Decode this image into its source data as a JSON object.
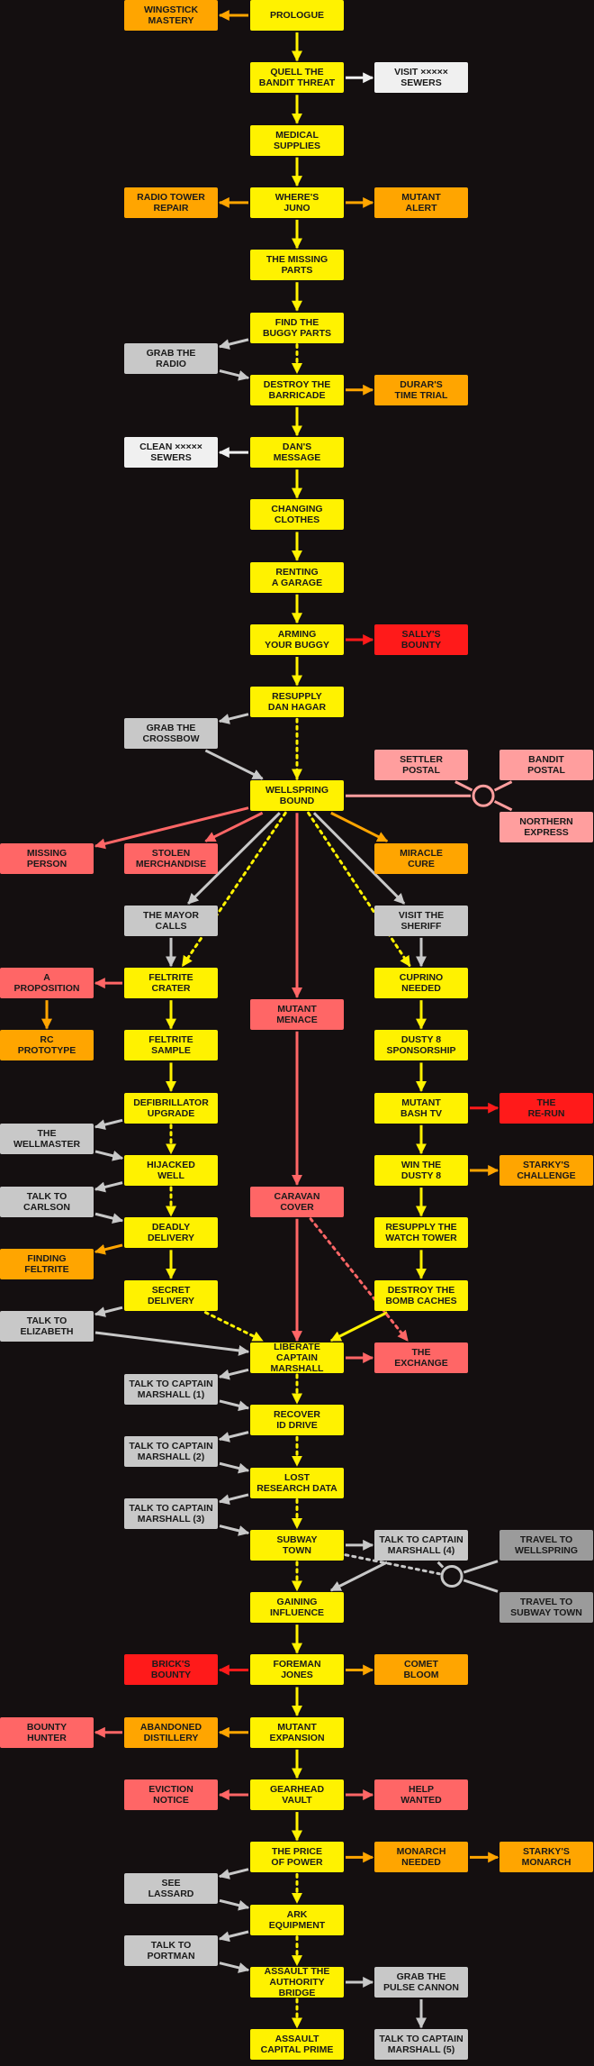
{
  "colors": {
    "background": "#140f10",
    "main_quest": "#fff200",
    "side_quest": "#ffa500",
    "bounty_red": "#ff1a1a",
    "wellspring_quest": "#ff6666",
    "postal": "#ff9e9e",
    "optional_grey": "#c8c8c8",
    "travel_grey": "#9b9b9b",
    "sewers_white": "#f0f0f0",
    "link_yellow": "#fff200",
    "link_orange": "#ffa500",
    "link_red": "#ff1a1a",
    "link_salmon": "#ff6666",
    "link_pink": "#ff9e9e",
    "link_grey": "#c8c8c8"
  },
  "quests": [
    {
      "id": "prologue",
      "label": "PROLOGUE",
      "color": "yellow"
    },
    {
      "id": "wingstick",
      "label": "WINGSTICK\nMASTERY",
      "color": "orange"
    },
    {
      "id": "bandit",
      "label": "QUELL THE\nBANDIT THREAT",
      "color": "yellow"
    },
    {
      "id": "sewers1",
      "label": "VISIT ×××××\nSEWERS",
      "color": "white"
    },
    {
      "id": "medical",
      "label": "MEDICAL\nSUPPLIES",
      "color": "yellow"
    },
    {
      "id": "juno",
      "label": "WHERE'S\nJUNO",
      "color": "yellow"
    },
    {
      "id": "radio_repair",
      "label": "RADIO TOWER\nREPAIR",
      "color": "orange"
    },
    {
      "id": "mutant_alert",
      "label": "MUTANT\nALERT",
      "color": "orange"
    },
    {
      "id": "missing_parts",
      "label": "THE MISSING\nPARTS",
      "color": "yellow"
    },
    {
      "id": "buggy_parts",
      "label": "FIND THE\nBUGGY PARTS",
      "color": "yellow"
    },
    {
      "id": "grab_radio",
      "label": "GRAB THE\nRADIO",
      "color": "grey"
    },
    {
      "id": "barricade",
      "label": "DESTROY THE\nBARRICADE",
      "color": "yellow"
    },
    {
      "id": "durar",
      "label": "DURAR'S\nTIME TRIAL",
      "color": "orange"
    },
    {
      "id": "dans_msg",
      "label": "DAN'S\nMESSAGE",
      "color": "yellow"
    },
    {
      "id": "sewers2",
      "label": "CLEAN ×××××\nSEWERS",
      "color": "white"
    },
    {
      "id": "clothes",
      "label": "CHANGING\nCLOTHES",
      "color": "yellow"
    },
    {
      "id": "garage",
      "label": "RENTING\nA GARAGE",
      "color": "yellow"
    },
    {
      "id": "arming",
      "label": "ARMING\nYOUR BUGGY",
      "color": "yellow"
    },
    {
      "id": "sally",
      "label": "SALLY'S\nBOUNTY",
      "color": "red"
    },
    {
      "id": "resupply_dan",
      "label": "RESUPPLY\nDAN HAGAR",
      "color": "yellow"
    },
    {
      "id": "crossbow",
      "label": "GRAB THE\nCROSSBOW",
      "color": "grey"
    },
    {
      "id": "wellspring",
      "label": "WELLSPRING\nBOUND",
      "color": "yellow"
    },
    {
      "id": "settler",
      "label": "SETTLER\nPOSTAL",
      "color": "pink"
    },
    {
      "id": "bandit_postal",
      "label": "BANDIT\nPOSTAL",
      "color": "pink"
    },
    {
      "id": "northern",
      "label": "NORTHERN\nEXPRESS",
      "color": "pink"
    },
    {
      "id": "missing_person",
      "label": "MISSING\nPERSON",
      "color": "salmon"
    },
    {
      "id": "stolen",
      "label": "STOLEN\nMERCHANDISE",
      "color": "salmon"
    },
    {
      "id": "miracle",
      "label": "MIRACLE\nCURE",
      "color": "orange"
    },
    {
      "id": "mayor",
      "label": "THE MAYOR\nCALLS",
      "color": "grey"
    },
    {
      "id": "sheriff",
      "label": "VISIT THE\nSHERIFF",
      "color": "grey"
    },
    {
      "id": "proposition",
      "label": "A\nPROPOSITION",
      "color": "salmon"
    },
    {
      "id": "feltrite_crater",
      "label": "FELTRITE\nCRATER",
      "color": "yellow"
    },
    {
      "id": "mutant_menace",
      "label": "MUTANT\nMENACE",
      "color": "salmon"
    },
    {
      "id": "cuprino",
      "label": "CUPRINO\nNEEDED",
      "color": "yellow"
    },
    {
      "id": "rc",
      "label": "RC\nPROTOTYPE",
      "color": "orange"
    },
    {
      "id": "feltrite_sample",
      "label": "FELTRITE\nSAMPLE",
      "color": "yellow"
    },
    {
      "id": "dusty_sponsor",
      "label": "DUSTY 8\nSPONSORSHIP",
      "color": "yellow"
    },
    {
      "id": "defib",
      "label": "DEFIBRILLATOR\nUPGRADE",
      "color": "yellow"
    },
    {
      "id": "bash",
      "label": "MUTANT\nBASH TV",
      "color": "yellow"
    },
    {
      "id": "rerun",
      "label": "THE\nRE-RUN",
      "color": "red"
    },
    {
      "id": "wellmaster",
      "label": "THE\nWELLMASTER",
      "color": "grey"
    },
    {
      "id": "hijacked",
      "label": "HIJACKED\nWELL",
      "color": "yellow"
    },
    {
      "id": "win_dusty",
      "label": "WIN THE\nDUSTY 8",
      "color": "yellow"
    },
    {
      "id": "starky_chal",
      "label": "STARKY'S\nCHALLENGE",
      "color": "orange"
    },
    {
      "id": "carlson",
      "label": "TALK TO\nCARLSON",
      "color": "grey"
    },
    {
      "id": "caravan",
      "label": "CARAVAN\nCOVER",
      "color": "salmon"
    },
    {
      "id": "deadly",
      "label": "DEADLY\nDELIVERY",
      "color": "yellow"
    },
    {
      "id": "watch_tower",
      "label": "RESUPPLY THE\nWATCH TOWER",
      "color": "yellow"
    },
    {
      "id": "finding_felt",
      "label": "FINDING\nFELTRITE",
      "color": "orange"
    },
    {
      "id": "secret",
      "label": "SECRET\nDELIVERY",
      "color": "yellow"
    },
    {
      "id": "bomb",
      "label": "DESTROY THE\nBOMB CACHES",
      "color": "yellow"
    },
    {
      "id": "elizabeth",
      "label": "TALK TO\nELIZABETH",
      "color": "grey"
    },
    {
      "id": "liberate",
      "label": "LIBERATE\nCAPTAIN MARSHALL",
      "color": "yellow"
    },
    {
      "id": "exchange",
      "label": "THE\nEXCHANGE",
      "color": "salmon"
    },
    {
      "id": "tcm1",
      "label": "TALK TO CAPTAIN\nMARSHALL (1)",
      "color": "grey"
    },
    {
      "id": "recover",
      "label": "RECOVER\nID DRIVE",
      "color": "yellow"
    },
    {
      "id": "tcm2",
      "label": "TALK TO CAPTAIN\nMARSHALL (2)",
      "color": "grey"
    },
    {
      "id": "lost",
      "label": "LOST\nRESEARCH DATA",
      "color": "yellow"
    },
    {
      "id": "tcm3",
      "label": "TALK TO CAPTAIN\nMARSHALL (3)",
      "color": "grey"
    },
    {
      "id": "subway",
      "label": "SUBWAY\nTOWN",
      "color": "yellow"
    },
    {
      "id": "tcm4",
      "label": "TALK TO CAPTAIN\nMARSHALL (4)",
      "color": "grey"
    },
    {
      "id": "travel_ws",
      "label": "TRAVEL TO\nWELLSPRING",
      "color": "dgrey"
    },
    {
      "id": "gaining",
      "label": "GAINING\nINFLUENCE",
      "color": "yellow"
    },
    {
      "id": "travel_sub",
      "label": "TRAVEL TO\nSUBWAY TOWN",
      "color": "dgrey"
    },
    {
      "id": "brick",
      "label": "BRICK'S\nBOUNTY",
      "color": "red"
    },
    {
      "id": "foreman",
      "label": "FOREMAN\nJONES",
      "color": "yellow"
    },
    {
      "id": "comet",
      "label": "COMET\nBLOOM",
      "color": "orange"
    },
    {
      "id": "bounty_hunter",
      "label": "BOUNTY\nHUNTER",
      "color": "salmon"
    },
    {
      "id": "abandoned",
      "label": "ABANDONED\nDISTILLERY",
      "color": "orange"
    },
    {
      "id": "mut_exp",
      "label": "MUTANT\nEXPANSION",
      "color": "yellow"
    },
    {
      "id": "eviction",
      "label": "EVICTION\nNOTICE",
      "color": "salmon"
    },
    {
      "id": "gearhead",
      "label": "GEARHEAD\nVAULT",
      "color": "yellow"
    },
    {
      "id": "help",
      "label": "HELP\nWANTED",
      "color": "salmon"
    },
    {
      "id": "price",
      "label": "THE PRICE\nOF POWER",
      "color": "yellow"
    },
    {
      "id": "monarch_needed",
      "label": "MONARCH\nNEEDED",
      "color": "orange"
    },
    {
      "id": "starky_mon",
      "label": "STARKY'S\nMONARCH",
      "color": "orange"
    },
    {
      "id": "lassard",
      "label": "SEE\nLASSARD",
      "color": "grey"
    },
    {
      "id": "ark",
      "label": "ARK\nEQUIPMENT",
      "color": "yellow"
    },
    {
      "id": "portman",
      "label": "TALK TO\nPORTMAN",
      "color": "grey"
    },
    {
      "id": "assault_bridge",
      "label": "ASSAULT THE\nAUTHORITY BRIDGE",
      "color": "yellow"
    },
    {
      "id": "pulse",
      "label": "GRAB THE\nPULSE CANNON",
      "color": "grey"
    },
    {
      "id": "assault_prime",
      "label": "ASSAULT\nCAPITAL PRIME",
      "color": "yellow"
    },
    {
      "id": "tcm5",
      "label": "TALK TO CAPTAIN\nMARSHALL (5)",
      "color": "grey"
    }
  ],
  "links": [
    {
      "from": "prologue",
      "to": "wingstick",
      "color": "orange",
      "style": "solid"
    },
    {
      "from": "prologue",
      "to": "bandit",
      "color": "yellow",
      "style": "solid"
    },
    {
      "from": "bandit",
      "to": "sewers1",
      "color": "white",
      "style": "solid"
    },
    {
      "from": "bandit",
      "to": "medical",
      "color": "yellow",
      "style": "solid"
    },
    {
      "from": "medical",
      "to": "juno",
      "color": "yellow",
      "style": "solid"
    },
    {
      "from": "juno",
      "to": "radio_repair",
      "color": "orange",
      "style": "solid"
    },
    {
      "from": "juno",
      "to": "mutant_alert",
      "color": "orange",
      "style": "solid"
    },
    {
      "from": "juno",
      "to": "missing_parts",
      "color": "yellow",
      "style": "solid"
    },
    {
      "from": "missing_parts",
      "to": "buggy_parts",
      "color": "yellow",
      "style": "solid"
    },
    {
      "from": "buggy_parts",
      "to": "grab_radio",
      "color": "grey",
      "style": "solid"
    },
    {
      "from": "grab_radio",
      "to": "barricade",
      "color": "grey",
      "style": "solid"
    },
    {
      "from": "buggy_parts",
      "to": "barricade",
      "color": "yellow",
      "style": "dotted"
    },
    {
      "from": "barricade",
      "to": "durar",
      "color": "orange",
      "style": "solid"
    },
    {
      "from": "barricade",
      "to": "dans_msg",
      "color": "yellow",
      "style": "solid"
    },
    {
      "from": "dans_msg",
      "to": "sewers2",
      "color": "white",
      "style": "solid"
    },
    {
      "from": "dans_msg",
      "to": "clothes",
      "color": "yellow",
      "style": "solid"
    },
    {
      "from": "clothes",
      "to": "garage",
      "color": "yellow",
      "style": "solid"
    },
    {
      "from": "garage",
      "to": "arming",
      "color": "yellow",
      "style": "solid"
    },
    {
      "from": "arming",
      "to": "sally",
      "color": "red",
      "style": "solid"
    },
    {
      "from": "arming",
      "to": "resupply_dan",
      "color": "yellow",
      "style": "solid"
    },
    {
      "from": "resupply_dan",
      "to": "crossbow",
      "color": "grey",
      "style": "solid"
    },
    {
      "from": "crossbow",
      "to": "wellspring",
      "color": "grey",
      "style": "solid"
    },
    {
      "from": "resupply_dan",
      "to": "wellspring",
      "color": "yellow",
      "style": "dotted"
    },
    {
      "from": "wellspring",
      "to": "postal_hub",
      "color": "pink",
      "style": "solid"
    },
    {
      "from": "wellspring",
      "to": "missing_person",
      "color": "salmon",
      "style": "solid"
    },
    {
      "from": "wellspring",
      "to": "stolen",
      "color": "salmon",
      "style": "solid"
    },
    {
      "from": "wellspring",
      "to": "miracle",
      "color": "orange",
      "style": "solid"
    },
    {
      "from": "wellspring",
      "to": "mayor",
      "color": "grey",
      "style": "solid"
    },
    {
      "from": "wellspring",
      "to": "sheriff",
      "color": "grey",
      "style": "solid"
    },
    {
      "from": "wellspring",
      "to": "mutant_menace",
      "color": "salmon",
      "style": "solid"
    },
    {
      "from": "wellspring",
      "to": "feltrite_crater",
      "color": "yellow",
      "style": "dotted"
    },
    {
      "from": "wellspring",
      "to": "cuprino",
      "color": "yellow",
      "style": "dotted"
    },
    {
      "from": "mayor",
      "to": "feltrite_crater",
      "color": "grey",
      "style": "solid"
    },
    {
      "from": "sheriff",
      "to": "cuprino",
      "color": "grey",
      "style": "solid"
    },
    {
      "from": "feltrite_crater",
      "to": "proposition",
      "color": "salmon",
      "style": "solid"
    },
    {
      "from": "proposition",
      "to": "rc",
      "color": "orange",
      "style": "solid"
    },
    {
      "from": "feltrite_crater",
      "to": "feltrite_sample",
      "color": "yellow",
      "style": "solid"
    },
    {
      "from": "feltrite_sample",
      "to": "defib",
      "color": "yellow",
      "style": "solid"
    },
    {
      "from": "defib",
      "to": "wellmaster",
      "color": "grey",
      "style": "solid"
    },
    {
      "from": "wellmaster",
      "to": "hijacked",
      "color": "grey",
      "style": "solid"
    },
    {
      "from": "defib",
      "to": "hijacked",
      "color": "yellow",
      "style": "dotted"
    },
    {
      "from": "hijacked",
      "to": "carlson",
      "color": "grey",
      "style": "solid"
    },
    {
      "from": "carlson",
      "to": "deadly",
      "color": "grey",
      "style": "solid"
    },
    {
      "from": "hijacked",
      "to": "deadly",
      "color": "yellow",
      "style": "dotted"
    },
    {
      "from": "deadly",
      "to": "finding_felt",
      "color": "orange",
      "style": "solid"
    },
    {
      "from": "deadly",
      "to": "secret",
      "color": "yellow",
      "style": "solid"
    },
    {
      "from": "secret",
      "to": "elizabeth",
      "color": "grey",
      "style": "solid"
    },
    {
      "from": "elizabeth",
      "to": "liberate",
      "color": "grey",
      "style": "solid"
    },
    {
      "from": "secret",
      "to": "liberate",
      "color": "yellow",
      "style": "dotted"
    },
    {
      "from": "cuprino",
      "to": "dusty_sponsor",
      "color": "yellow",
      "style": "solid"
    },
    {
      "from": "dusty_sponsor",
      "to": "bash",
      "color": "yellow",
      "style": "solid"
    },
    {
      "from": "bash",
      "to": "rerun",
      "color": "red",
      "style": "solid"
    },
    {
      "from": "bash",
      "to": "win_dusty",
      "color": "yellow",
      "style": "solid"
    },
    {
      "from": "win_dusty",
      "to": "starky_chal",
      "color": "orange",
      "style": "solid"
    },
    {
      "from": "win_dusty",
      "to": "watch_tower",
      "color": "yellow",
      "style": "solid"
    },
    {
      "from": "watch_tower",
      "to": "bomb",
      "color": "yellow",
      "style": "solid"
    },
    {
      "from": "bomb",
      "to": "liberate",
      "color": "yellow",
      "style": "solid"
    },
    {
      "from": "mutant_menace",
      "to": "caravan",
      "color": "salmon",
      "style": "solid"
    },
    {
      "from": "caravan",
      "to": "liberate",
      "color": "salmon",
      "style": "solid"
    },
    {
      "from": "caravan",
      "to": "exchange",
      "color": "salmon",
      "style": "dotted"
    },
    {
      "from": "liberate",
      "to": "exchange",
      "color": "salmon",
      "style": "solid"
    },
    {
      "from": "liberate",
      "to": "tcm1",
      "color": "grey",
      "style": "solid"
    },
    {
      "from": "tcm1",
      "to": "recover",
      "color": "grey",
      "style": "solid"
    },
    {
      "from": "liberate",
      "to": "recover",
      "color": "yellow",
      "style": "dotted"
    },
    {
      "from": "recover",
      "to": "tcm2",
      "color": "grey",
      "style": "solid"
    },
    {
      "from": "tcm2",
      "to": "lost",
      "color": "grey",
      "style": "solid"
    },
    {
      "from": "recover",
      "to": "lost",
      "color": "yellow",
      "style": "dotted"
    },
    {
      "from": "lost",
      "to": "tcm3",
      "color": "grey",
      "style": "solid"
    },
    {
      "from": "tcm3",
      "to": "subway",
      "color": "grey",
      "style": "solid"
    },
    {
      "from": "lost",
      "to": "subway",
      "color": "yellow",
      "style": "dotted"
    },
    {
      "from": "subway",
      "to": "tcm4",
      "color": "grey",
      "style": "solid"
    },
    {
      "from": "tcm4",
      "to": "travel_hub",
      "color": "grey",
      "style": "solid"
    },
    {
      "from": "subway",
      "to": "travel_hub",
      "color": "grey",
      "style": "dotted"
    },
    {
      "from": "tcm4",
      "to": "gaining",
      "color": "grey",
      "style": "solid"
    },
    {
      "from": "subway",
      "to": "gaining",
      "color": "yellow",
      "style": "dotted"
    },
    {
      "from": "gaining",
      "to": "foreman",
      "color": "yellow",
      "style": "solid"
    },
    {
      "from": "foreman",
      "to": "brick",
      "color": "red",
      "style": "solid"
    },
    {
      "from": "foreman",
      "to": "comet",
      "color": "orange",
      "style": "solid"
    },
    {
      "from": "foreman",
      "to": "mut_exp",
      "color": "yellow",
      "style": "solid"
    },
    {
      "from": "mut_exp",
      "to": "abandoned",
      "color": "orange",
      "style": "solid"
    },
    {
      "from": "abandoned",
      "to": "bounty_hunter",
      "color": "salmon",
      "style": "solid"
    },
    {
      "from": "mut_exp",
      "to": "gearhead",
      "color": "yellow",
      "style": "solid"
    },
    {
      "from": "gearhead",
      "to": "eviction",
      "color": "salmon",
      "style": "solid"
    },
    {
      "from": "gearhead",
      "to": "help",
      "color": "salmon",
      "style": "solid"
    },
    {
      "from": "gearhead",
      "to": "price",
      "color": "yellow",
      "style": "solid"
    },
    {
      "from": "price",
      "to": "monarch_needed",
      "color": "orange",
      "style": "solid"
    },
    {
      "from": "monarch_needed",
      "to": "starky_mon",
      "color": "orange",
      "style": "solid"
    },
    {
      "from": "price",
      "to": "lassard",
      "color": "grey",
      "style": "solid"
    },
    {
      "from": "lassard",
      "to": "ark",
      "color": "grey",
      "style": "solid"
    },
    {
      "from": "price",
      "to": "ark",
      "color": "yellow",
      "style": "dotted"
    },
    {
      "from": "ark",
      "to": "portman",
      "color": "grey",
      "style": "solid"
    },
    {
      "from": "portman",
      "to": "assault_bridge",
      "color": "grey",
      "style": "solid"
    },
    {
      "from": "ark",
      "to": "assault_bridge",
      "color": "yellow",
      "style": "dotted"
    },
    {
      "from": "assault_bridge",
      "to": "pulse",
      "color": "grey",
      "style": "solid"
    },
    {
      "from": "pulse",
      "to": "tcm5",
      "color": "grey",
      "style": "solid"
    },
    {
      "from": "assault_bridge",
      "to": "assault_prime",
      "color": "yellow",
      "style": "dotted"
    }
  ],
  "hubs": [
    {
      "id": "postal_hub",
      "branches": [
        "settler",
        "bandit_postal",
        "northern"
      ],
      "color": "pink"
    },
    {
      "id": "travel_hub",
      "branches": [
        "travel_ws",
        "travel_sub"
      ],
      "color": "grey"
    }
  ]
}
